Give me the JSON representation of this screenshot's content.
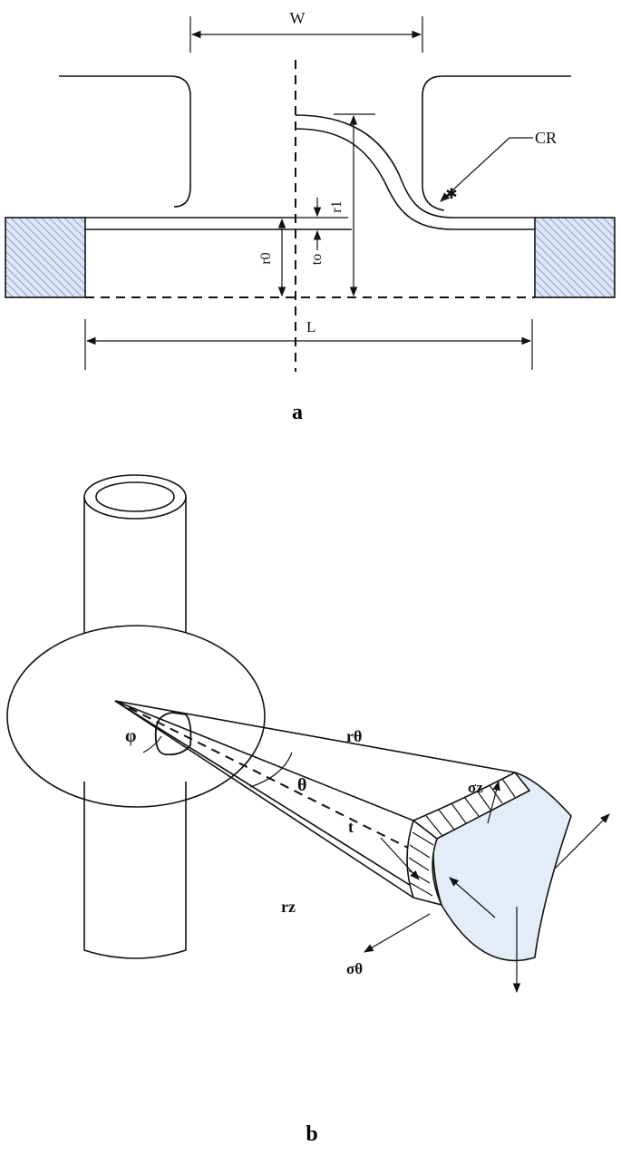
{
  "panel_a": {
    "caption": "a",
    "labels": {
      "w": "W",
      "cr": "CR",
      "r1": "r1",
      "r0": "r0",
      "t0": "to",
      "l": "L"
    },
    "colors": {
      "hatch_fill": "#dde6f5",
      "hatch_line": "#6f8fc4"
    }
  },
  "panel_b": {
    "caption": "b",
    "labels": {
      "phi": "φ",
      "theta": "θ",
      "r_theta": "rθ",
      "r_z": "rz",
      "t": "t",
      "sigma_z": "σz",
      "sigma_theta": "σθ"
    },
    "colors": {
      "surface_fill": "#e4ecf8"
    }
  }
}
